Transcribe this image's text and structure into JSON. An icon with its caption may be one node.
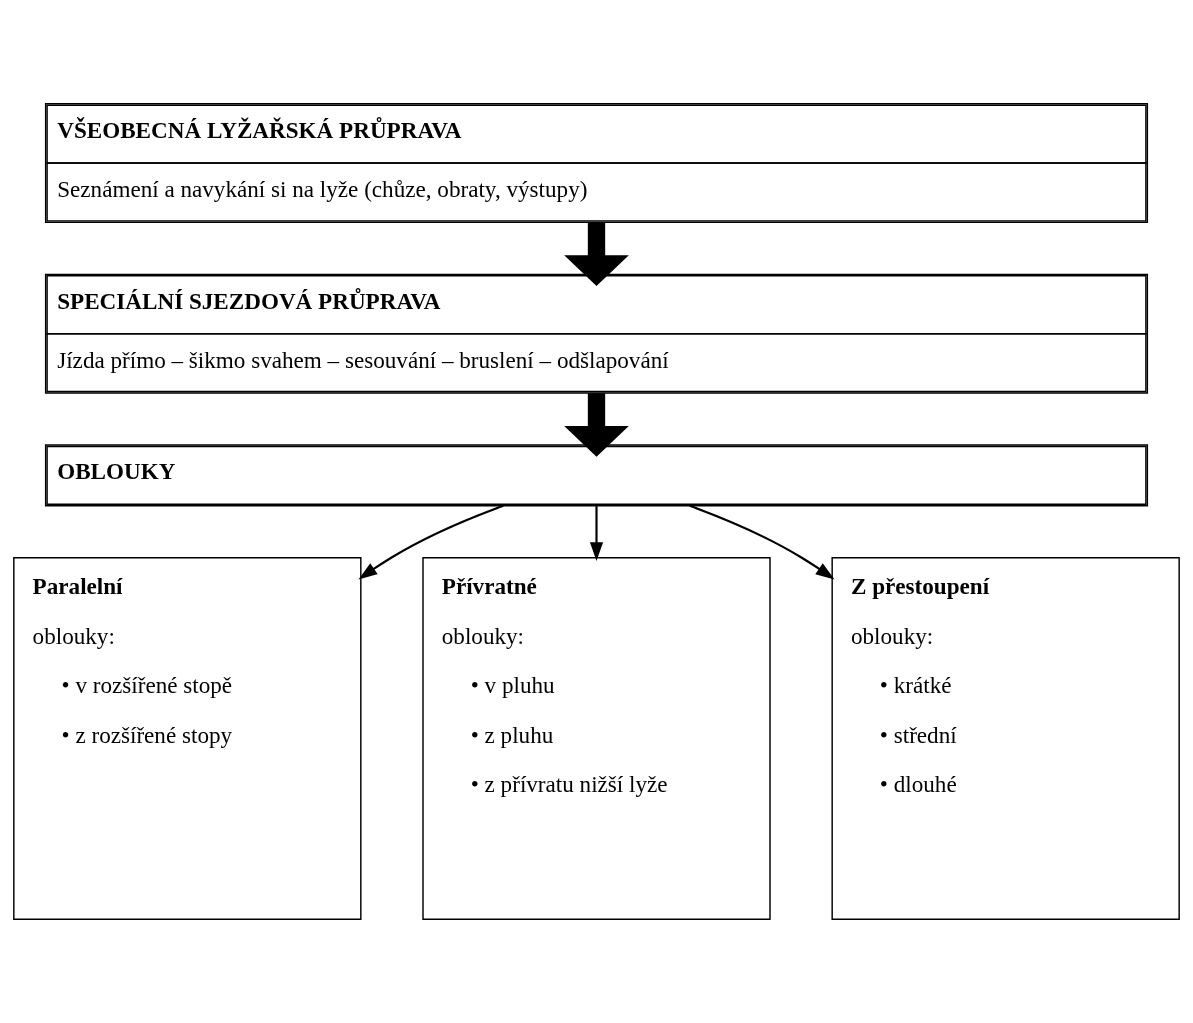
{
  "diagram": {
    "nodes": [
      {
        "text": [
          "VŠEOBECNÁ LYŽAŘSKÁ PRŮPRAVA",
          "Seznámení a navykání si na lyže (chůze, obraty, výstupy)"
        ]
      },
      {
        "text": [
          "SPECIÁLNÍ SJEZDOVÁ PRŮPRAVA",
          "Jízda přímo – šikmo svahem – sesouvání – bruslení – odšlapování"
        ]
      },
      {
        "text": [
          "OBLOUKY"
        ]
      },
      {
        "text": [
          "Paralelní",
          "oblouky:",
          "• v rozšířené stopě",
          "• z rozšířené stopy"
        ]
      },
      {
        "text": [
          "Přívratné",
          "oblouky:",
          "• v pluhu",
          "• z pluhu",
          "• z přívratu nižší lyže"
        ]
      },
      {
        "text": [
          "Z přestoupení",
          "oblouky:",
          "• krátké",
          "• střední",
          "• dlouhé"
        ]
      }
    ],
    "edges": [
      {
        "from": 0,
        "to": 1,
        "arrow": "to",
        "style": "thick"
      },
      {
        "from": 1,
        "to": 2,
        "arrow": "to",
        "style": "thick"
      },
      {
        "from": 2,
        "to": 3,
        "arrow": "to"
      },
      {
        "from": 2,
        "to": 4,
        "arrow": "to"
      },
      {
        "from": 2,
        "to": 5,
        "arrow": "to"
      }
    ]
  }
}
